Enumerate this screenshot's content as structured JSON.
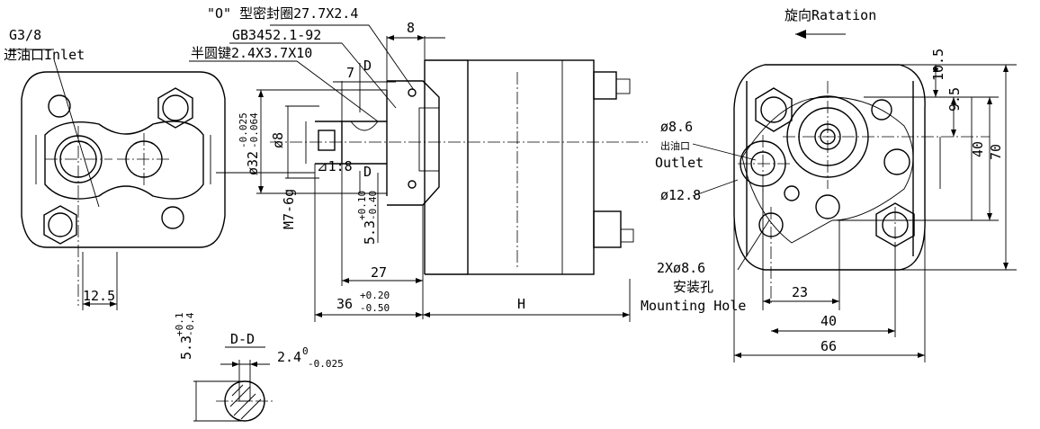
{
  "labels": {
    "oring": "\"O\" 型密封圈27.7X2.4",
    "standard": "GB3452.1-92",
    "key": "半圆键2.4X3.7X10",
    "inlet_size": "G3/8",
    "inlet": "进油口Inlet",
    "rotation": "旋向Ratation",
    "outlet_dia": "ø8.6",
    "outlet_cn": "出油口",
    "outlet": "Outlet",
    "bore": "ø12.8",
    "holes": "2Xø8.6",
    "holes_cn": "安装孔",
    "mounting": "Mounting  Hole",
    "section": "D-D",
    "D": "D"
  },
  "dims": {
    "d8": "8",
    "d7": "7",
    "d27": "27",
    "d36": "36",
    "d36_up": "+0.20",
    "d36_lo": "-0.50",
    "H": "H",
    "d12_5": "12.5",
    "d32": "ø32",
    "d32_up": "-0.025",
    "d32_lo": "-0.064",
    "phi8": "ø8",
    "m7": "M7-6g",
    "taper": "⊿1:8",
    "d5_3": "5.3",
    "d5_3_up": "+0.10",
    "d5_3_lo": "-0.40",
    "dd5_3": "5.3",
    "dd5_3_up": "+0.1",
    "dd5_3_lo": "-0.4",
    "d2_4": "2.4",
    "d2_4_up": "0",
    "d2_4_lo": "-0.025",
    "d10_5": "10.5",
    "d9_5": "9.5",
    "d40v": "40",
    "d70": "70",
    "d23": "23",
    "d40h": "40",
    "d66": "66"
  }
}
